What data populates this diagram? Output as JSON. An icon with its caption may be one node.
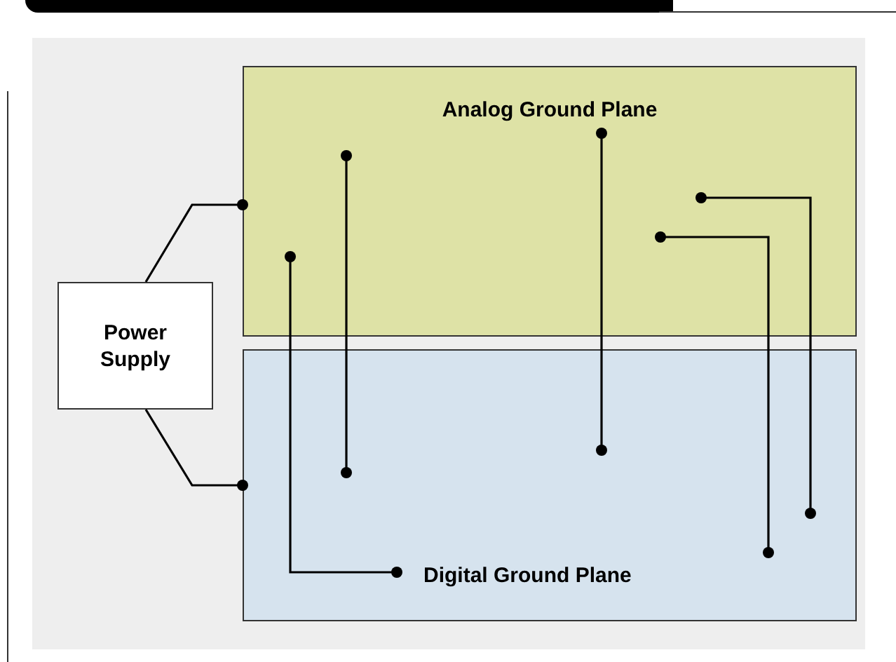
{
  "diagram": {
    "nodes": [
      {
        "text": [
          "Power Supply"
        ]
      },
      {
        "text": [
          "Analog Ground Plane"
        ]
      },
      {
        "text": [
          "Digital Ground Plane"
        ]
      }
    ],
    "edges": [
      {
        "from": 0,
        "to": 1,
        "arrow": "other"
      },
      {
        "from": 0,
        "to": 2,
        "arrow": "other"
      },
      {
        "from": 1,
        "to": 2,
        "arrow": "other"
      },
      {
        "from": 1,
        "to": 2,
        "arrow": "other"
      },
      {
        "from": 1,
        "to": 2,
        "arrow": "other"
      },
      {
        "from": 1,
        "to": 2,
        "arrow": "other"
      },
      {
        "from": 1,
        "to": 2,
        "arrow": "other"
      }
    ]
  }
}
